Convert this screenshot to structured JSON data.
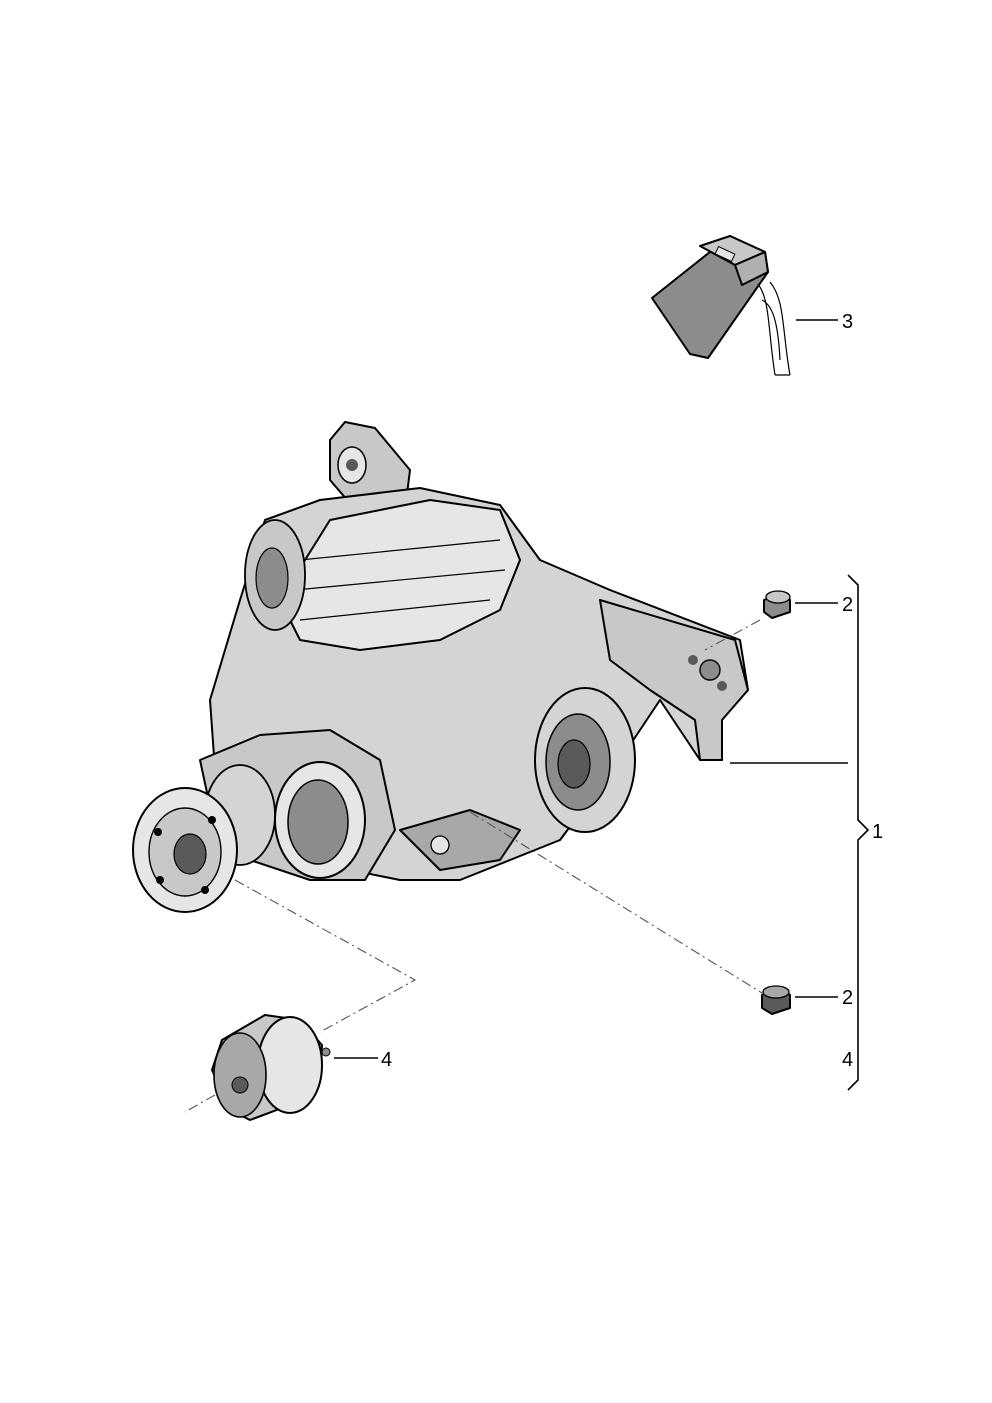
{
  "callouts": {
    "c3": "3",
    "c2_top": "2",
    "c1": "1",
    "c2_bottom": "2",
    "c4_bracket": "4",
    "c4_mount": "4"
  },
  "colors": {
    "part_light": "#e6e6e6",
    "part_mid": "#c8c8c8",
    "part_dark": "#8c8c8c",
    "part_shadow": "#5a5a5a"
  }
}
